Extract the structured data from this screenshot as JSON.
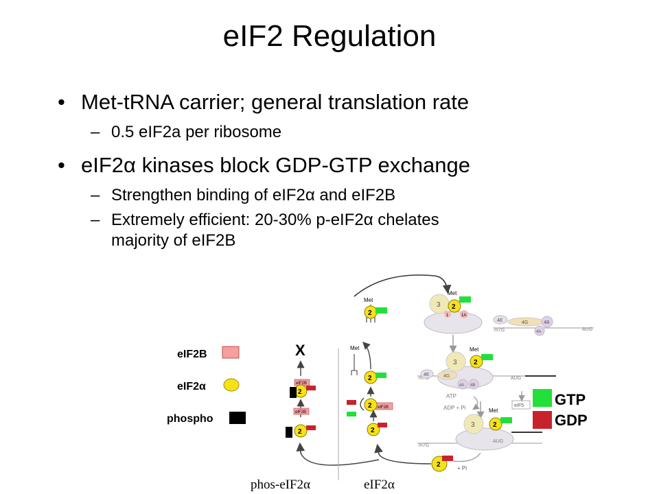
{
  "title": "eIF2 Regulation",
  "bullets": {
    "b1": "Met-tRNA carrier; general translation rate",
    "b1_sub1": "0.5 eIF2a per ribosome",
    "b2": "eIF2α kinases block GDP-GTP exchange",
    "b2_sub1": "Strengthen binding of eIF2α and eIF2B",
    "b2_sub2_line1": "Extremely efficient: 20-30% p-eIF2α chelates",
    "b2_sub2_line2": "majority of eIF2B"
  },
  "legend": {
    "eif2b": "eIF2B",
    "eif2a": "eIF2α",
    "phospho": "phospho",
    "gtp": "GTP",
    "gdp": "GDP",
    "colors": {
      "eif2b": "#f4a0a0",
      "eif2a": "#f7e21a",
      "phospho": "#000000",
      "gtp": "#22e03a",
      "gdp": "#c8232b"
    }
  },
  "diagram": {
    "block_mark": "X",
    "met": "Met",
    "subunit_2": "2",
    "subunit_3": "3",
    "subunit_1": "1",
    "f_1a": "1A",
    "f_4e": "4E",
    "f_4g": "4G",
    "f_4b": "4B",
    "f_4a": "4A",
    "cap": "m7G",
    "aug": "AUG",
    "aug_trunc": "AUG",
    "f_eif5": "eIF5",
    "atp": "ATP",
    "adp_pi": "ADP + Pi",
    "plus_pi": "+ Pi",
    "eif2b_box": "eIF2B",
    "gdp_box": "GDP"
  },
  "bottom": {
    "phos": "phos-eIF2α",
    "eif2a": "eIF2α"
  }
}
